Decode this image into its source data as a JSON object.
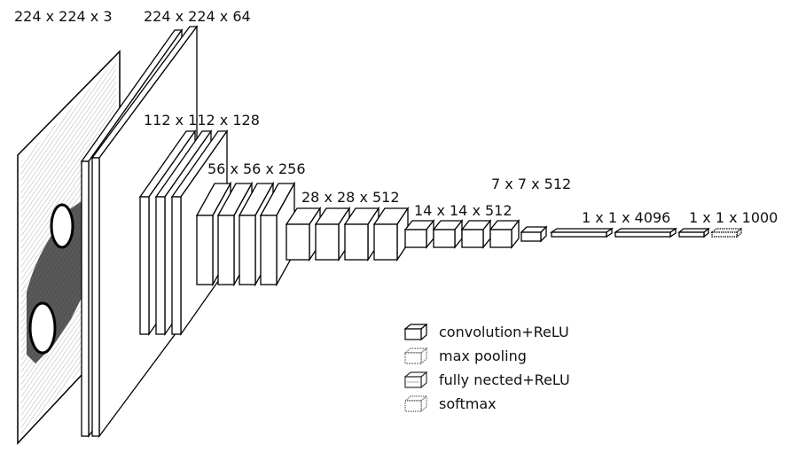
{
  "labels": {
    "input": "224 x 224 x 3",
    "conv1": "224 x 224 x 64",
    "conv2": "112 x 112 x 128",
    "conv3": "56 x 56 x 256",
    "conv4": "28 x 28 x 512",
    "conv5": "14 x 14 x 512",
    "pool5": "7 x 7 x 512",
    "fc": "1 x 1 x 4096",
    "softmax": "1 x 1 x 1000"
  },
  "legend": [
    {
      "icon": "convolution-relu-icon",
      "label": "convolution+ReLU"
    },
    {
      "icon": "max-pooling-icon",
      "label": "max pooling"
    },
    {
      "icon": "fully-connected-relu-icon",
      "label": "fully nected+ReLU"
    },
    {
      "icon": "softmax-icon",
      "label": "softmax"
    }
  ]
}
